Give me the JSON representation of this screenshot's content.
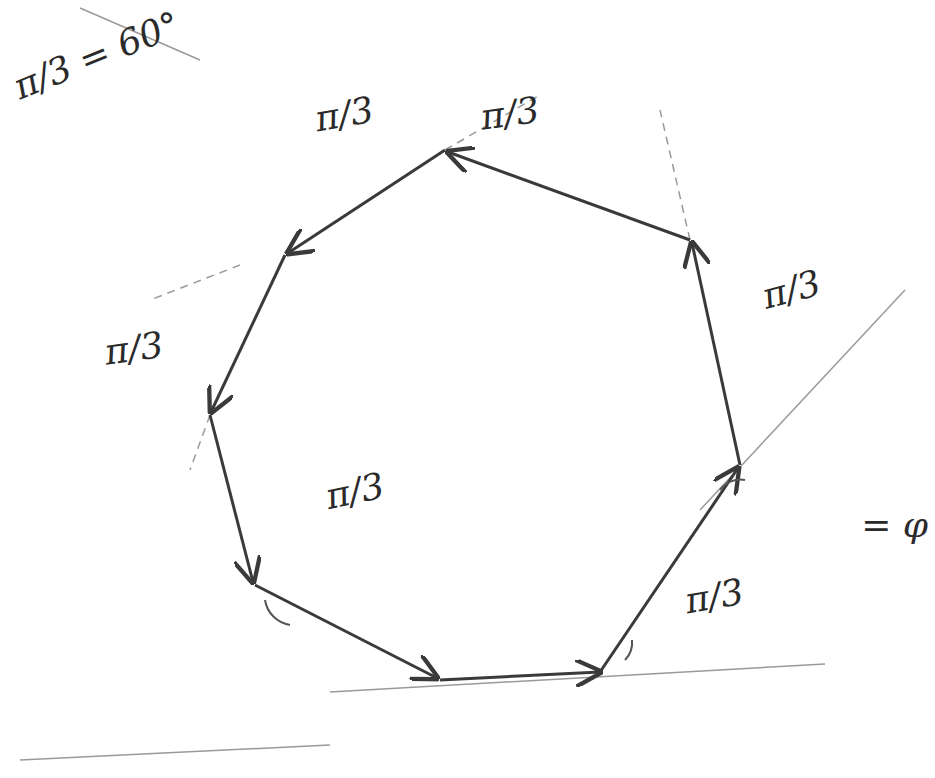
{
  "diagram": {
    "labels": [
      "π/3 = 60°",
      "π/3",
      "π/3",
      "π/3",
      "π/3",
      "π/3",
      "π/3",
      "= φ"
    ]
  }
}
